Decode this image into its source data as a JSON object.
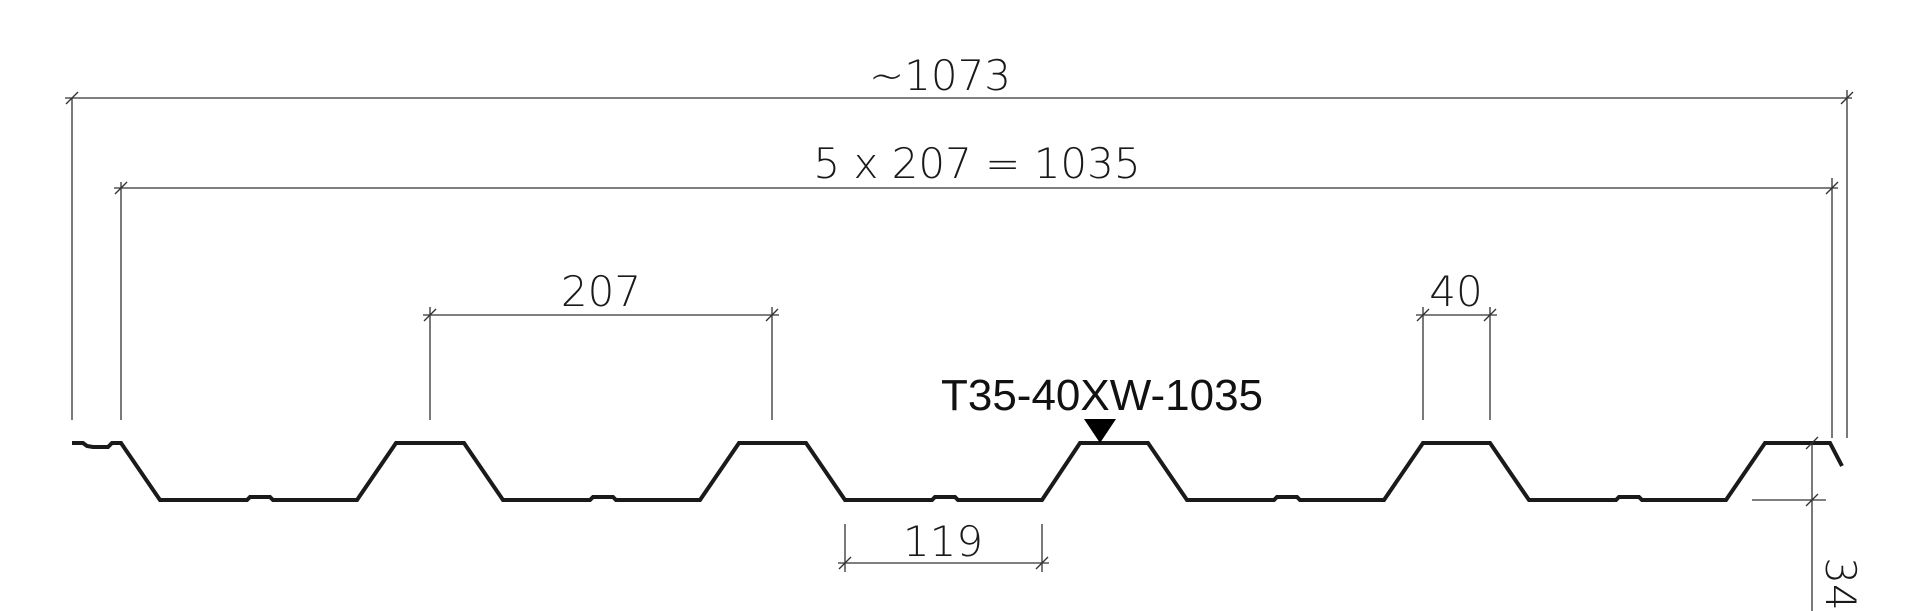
{
  "drawing": {
    "model_code": "T35-40XW-1035",
    "dimensions": {
      "overall_width": "~1073",
      "cover_width": "5 x 207 = 1035",
      "pitch": "207",
      "crest_width": "40",
      "valley_width": "119",
      "profile_height": "34"
    }
  },
  "colors": {
    "profile_line": "#1a1a1a",
    "dimension_line": "#333333",
    "marker": "#000000"
  }
}
